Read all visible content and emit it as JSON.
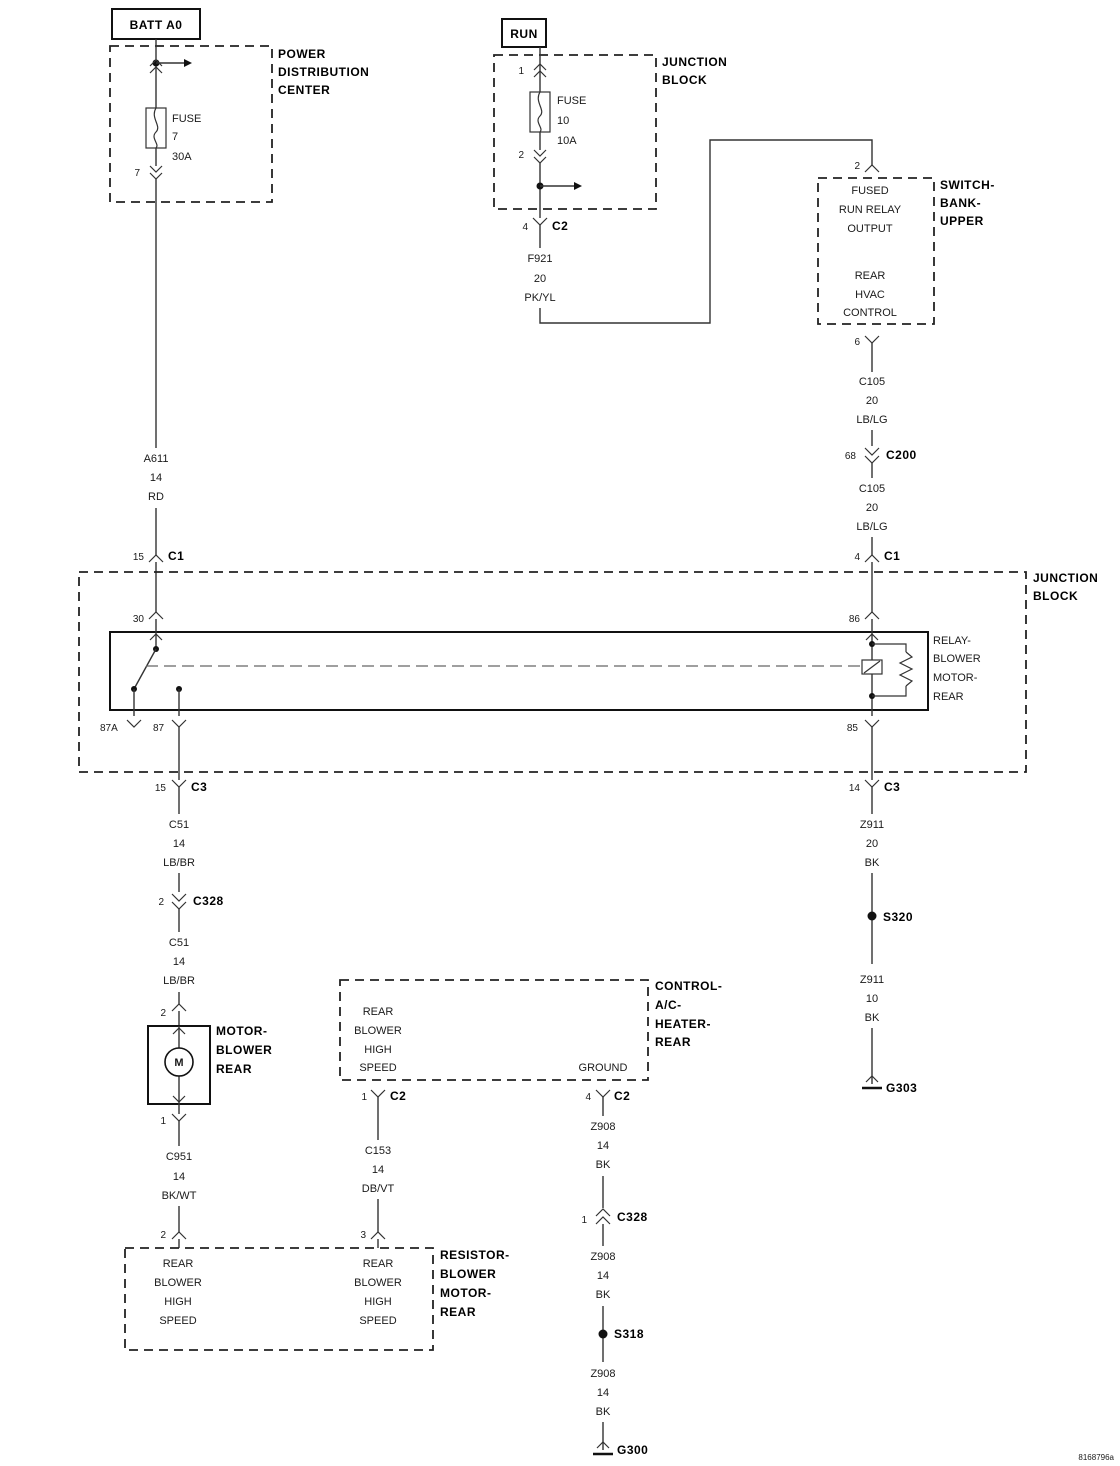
{
  "labels": {
    "batt": "BATT A0",
    "run": "RUN",
    "pdc": [
      "POWER",
      "DISTRIBUTION",
      "CENTER"
    ],
    "jb_top": [
      "JUNCTION",
      "BLOCK"
    ],
    "jb_main": [
      "JUNCTION",
      "BLOCK"
    ],
    "switch_bank": [
      "SWITCH-",
      "BANK-",
      "UPPER"
    ],
    "relay": [
      "RELAY-",
      "BLOWER",
      "MOTOR-",
      "REAR"
    ],
    "motor": [
      "MOTOR-",
      "BLOWER",
      "REAR"
    ],
    "motor_symbol": "M",
    "control": [
      "CONTROL-",
      "A/C-",
      "HEATER-",
      "REAR"
    ],
    "resistor": [
      "RESISTOR-",
      "BLOWER",
      "MOTOR-",
      "REAR"
    ],
    "footer_code": "8168796a"
  },
  "fuses": {
    "f7": [
      "FUSE",
      "7",
      "30A"
    ],
    "f10": [
      "FUSE",
      "10",
      "10A"
    ]
  },
  "switch_text": [
    "FUSED",
    "RUN RELAY",
    "OUTPUT",
    "",
    "REAR",
    "HVAC",
    "CONTROL"
  ],
  "control_text": [
    "REAR",
    "BLOWER",
    "HIGH",
    "SPEED"
  ],
  "control_ground": "GROUND",
  "resistor_left": [
    "REAR",
    "BLOWER",
    "HIGH",
    "SPEED"
  ],
  "resistor_right": [
    "REAR",
    "BLOWER",
    "HIGH",
    "SPEED"
  ],
  "wires": {
    "a611": [
      "A611",
      "14",
      "RD"
    ],
    "f921": [
      "F921",
      "20",
      "PK/YL"
    ],
    "c105_a": [
      "C105",
      "20",
      "LB/LG"
    ],
    "c105_b": [
      "C105",
      "20",
      "LB/LG"
    ],
    "c51_a": [
      "C51",
      "14",
      "LB/BR"
    ],
    "c51_b": [
      "C51",
      "14",
      "LB/BR"
    ],
    "c951": [
      "C951",
      "14",
      "BK/WT"
    ],
    "c153": [
      "C153",
      "14",
      "DB/VT"
    ],
    "z911_a": [
      "Z911",
      "20",
      "BK"
    ],
    "z911_b": [
      "Z911",
      "10",
      "BK"
    ],
    "z908_a": [
      "Z908",
      "14",
      "BK"
    ],
    "z908_b": [
      "Z908",
      "14",
      "BK"
    ],
    "z908_c": [
      "Z908",
      "14",
      "BK"
    ]
  },
  "connectors": {
    "c1_left": "C1",
    "c1_right": "C1",
    "c2_top": "C2",
    "c200": "C200",
    "c3_left": "C3",
    "c3_right": "C3",
    "c328_left": "C328",
    "c328_right": "C328",
    "c2_ctrl_left": "C2",
    "c2_ctrl_right": "C2"
  },
  "splices": {
    "s320": "S320",
    "s318": "S318"
  },
  "grounds": {
    "g303": "G303",
    "g300": "G300"
  },
  "pins": {
    "pdc_7": "7",
    "jb_1": "1",
    "jb_2": "2",
    "c2_4": "4",
    "sw_2": "2",
    "sw_6": "6",
    "c200_68": "68",
    "c1_15": "15",
    "c1_4": "4",
    "r_30": "30",
    "r_86": "86",
    "r_87a": "87A",
    "r_87": "87",
    "r_85": "85",
    "c3_15": "15",
    "c3_14": "14",
    "c328_2": "2",
    "m_2": "2",
    "m_1": "1",
    "ctrl_1": "1",
    "ctrl_4": "4",
    "res_2": "2",
    "res_3": "3",
    "c328_1": "1"
  }
}
